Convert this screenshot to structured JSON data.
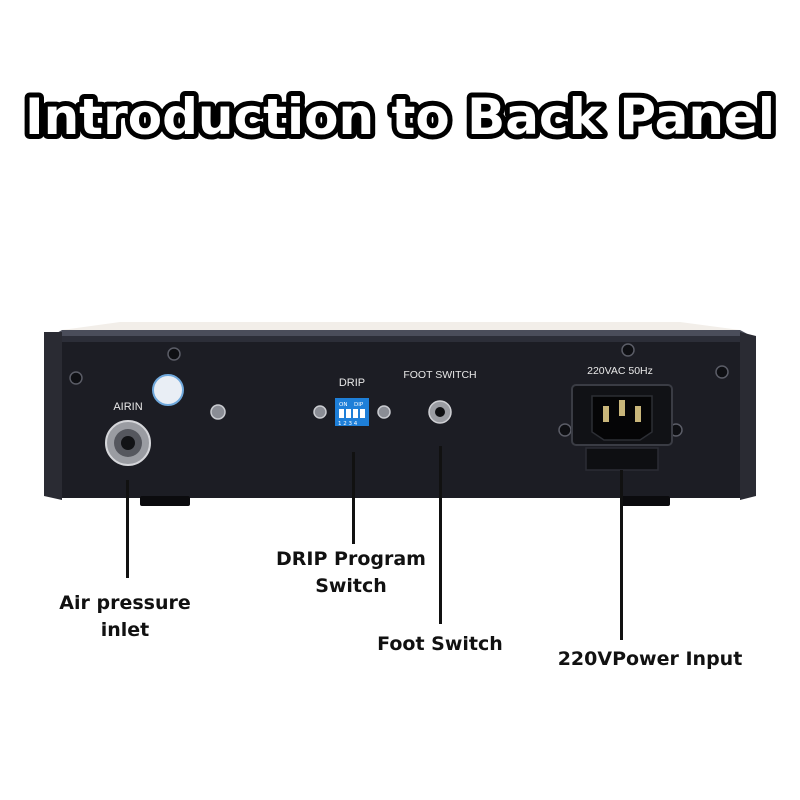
{
  "title": "Introduction to Back Panel",
  "panel_labels": {
    "air_in": "AIRIN",
    "drip": "DRIP",
    "foot_switch": "FOOT SWITCH",
    "power": "220VAC 50Hz",
    "dip_on": "ON",
    "dip_dip": "DIP",
    "dip_numbers": "1 2 3 4"
  },
  "callouts": {
    "air": {
      "line1": "Air pressure",
      "line2": "inlet"
    },
    "drip": {
      "line1": "DRIP Program",
      "line2": "Switch"
    },
    "foot": {
      "line1": "Foot Switch"
    },
    "power": {
      "line1": "220VPower Input"
    }
  },
  "colors": {
    "panel": "#1c1d24",
    "panel_top": "#3a3d4a",
    "dip_switch": "#1e7fd8",
    "title_fill": "#ffffff",
    "title_stroke": "#000000"
  }
}
